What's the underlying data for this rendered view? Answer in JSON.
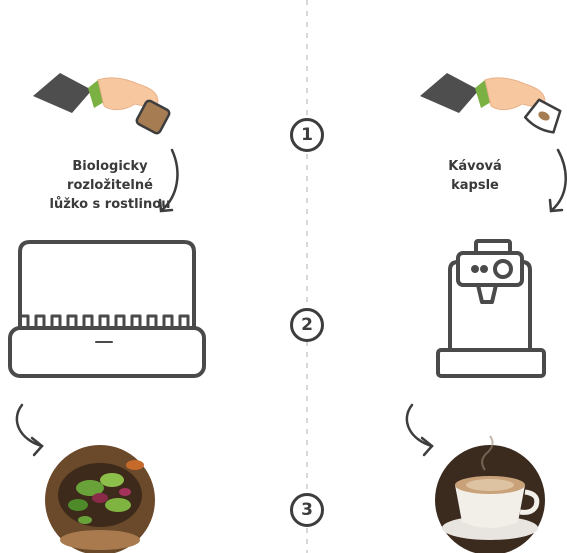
{
  "left_caption": [
    "Biologicky",
    "rozložitelné",
    "lůžko s rostlinou"
  ],
  "right_caption": [
    "Kávová",
    "kapsle"
  ],
  "steps": [
    "1",
    "2",
    "3"
  ],
  "colors": {
    "outline": "#4a4a4a",
    "sleeve": "#4e4e4e",
    "cuff": "#7bb043",
    "skin": "#f7c8a0",
    "pod": "#a67c52"
  }
}
